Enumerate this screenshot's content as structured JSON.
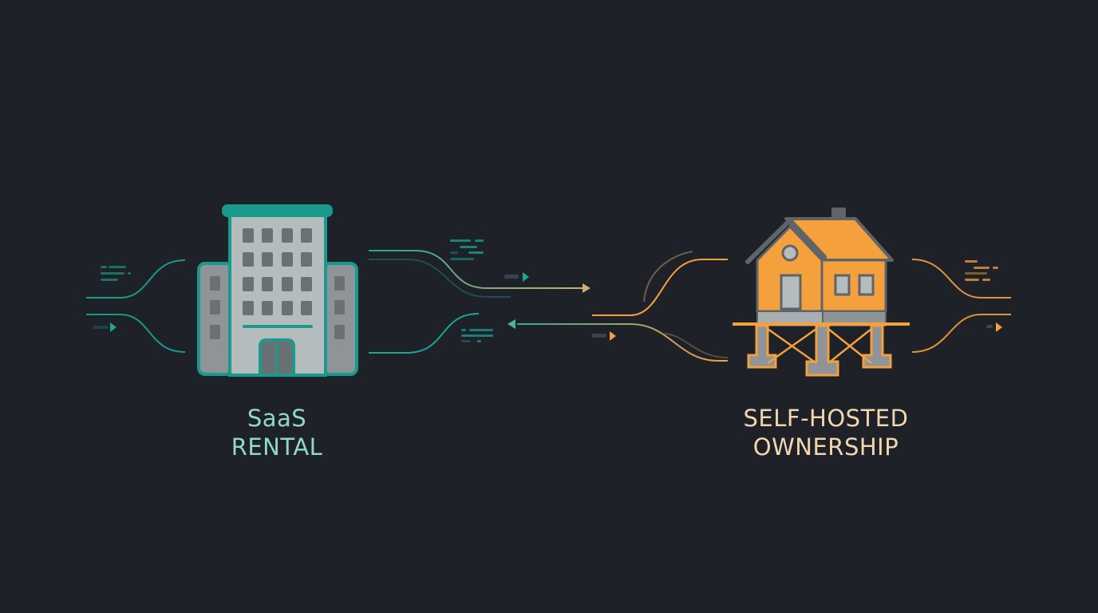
{
  "left": {
    "icon": "office-building-icon",
    "title_line1": "SaaS",
    "title_line2": "RENTAL",
    "color": "#1a9a8c",
    "text_color": "#8fd8cc"
  },
  "right": {
    "icon": "house-on-stilts-icon",
    "title_line1": "SELF-HOSTED",
    "title_line2": "OWNERSHIP",
    "color": "#f4a03c",
    "text_color": "#f3d6ae"
  },
  "connectors": {
    "arrow_right": "arrow-right-icon",
    "arrow_left": "arrow-left-icon"
  },
  "background": "#1f2128"
}
